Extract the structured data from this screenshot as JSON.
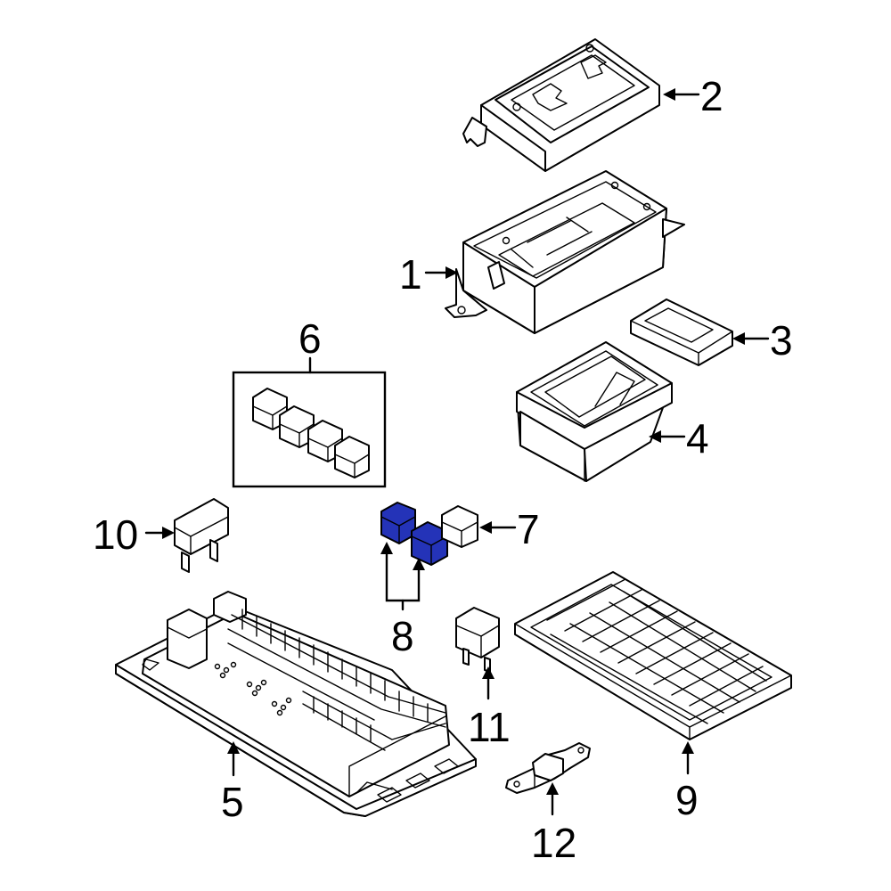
{
  "callouts": {
    "c1": "1",
    "c2": "2",
    "c3": "3",
    "c4": "4",
    "c5": "5",
    "c6": "6",
    "c7": "7",
    "c8": "8",
    "c9": "9",
    "c10": "10",
    "c11": "11",
    "c12": "12"
  },
  "colors": {
    "highlight": "#2433b8",
    "line": "#000000",
    "background": "#ffffff"
  }
}
